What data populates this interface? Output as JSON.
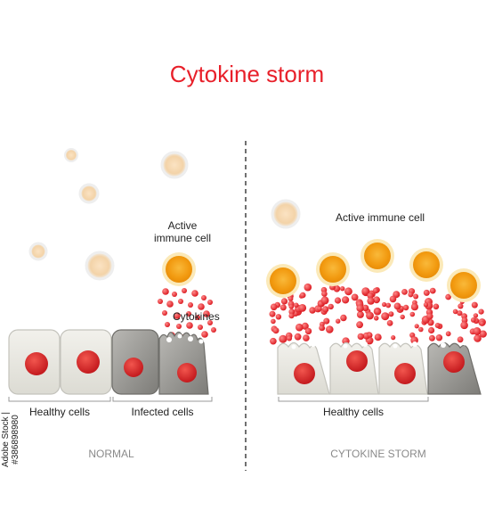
{
  "title": "Cytokine storm",
  "normal": {
    "active_immune_cell": "Active\nimmune cell",
    "cytokines": "Cytokines",
    "healthy_cells": "Healthy cells",
    "infected_cells": "Infected cells",
    "caption": "NORMAL"
  },
  "storm": {
    "active_immune_cell": "Active immune cell",
    "healthy_cells": "Healthy cells",
    "caption": "CYTOKINE STORM"
  },
  "watermark_side": "Adobe Stock | #386898980",
  "colors": {
    "title": "#e8202a",
    "nucleus": "#d8201f",
    "immune_cell": "#f5a418",
    "cytokine": "#e8202a",
    "healthy_cell": "#e7e6df",
    "infected_cell": "#9a9995"
  }
}
